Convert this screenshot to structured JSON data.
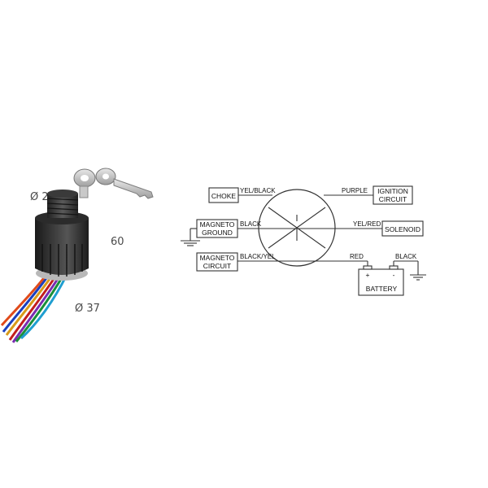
{
  "dimensions": {
    "top_diameter": "Ø 20",
    "height": "60",
    "bottom_diameter": "Ø 37"
  },
  "diagram": {
    "boxes": {
      "choke": "CHOKE",
      "ignition_line1": "IGNITION",
      "ignition_line2": "CIRCUIT",
      "magneto_ground_line1": "MAGNETO",
      "magneto_ground_line2": "GROUND",
      "solenoid": "SOLENOID",
      "magneto_circuit_line1": "MAGNETO",
      "magneto_circuit_line2": "CIRCUIT",
      "battery": "BATTERY"
    },
    "wires": {
      "choke_wire": "YEL/BLACK",
      "ignition_wire": "PURPLE",
      "ground_wire": "BLACK",
      "solenoid_wire": "YEL/RED",
      "magneto_circuit_wire": "BLACK/YEL",
      "battery_positive_wire": "RED",
      "battery_negative_wire": "BLACK"
    },
    "battery_terminals": {
      "positive": "+",
      "negative": "-"
    }
  }
}
